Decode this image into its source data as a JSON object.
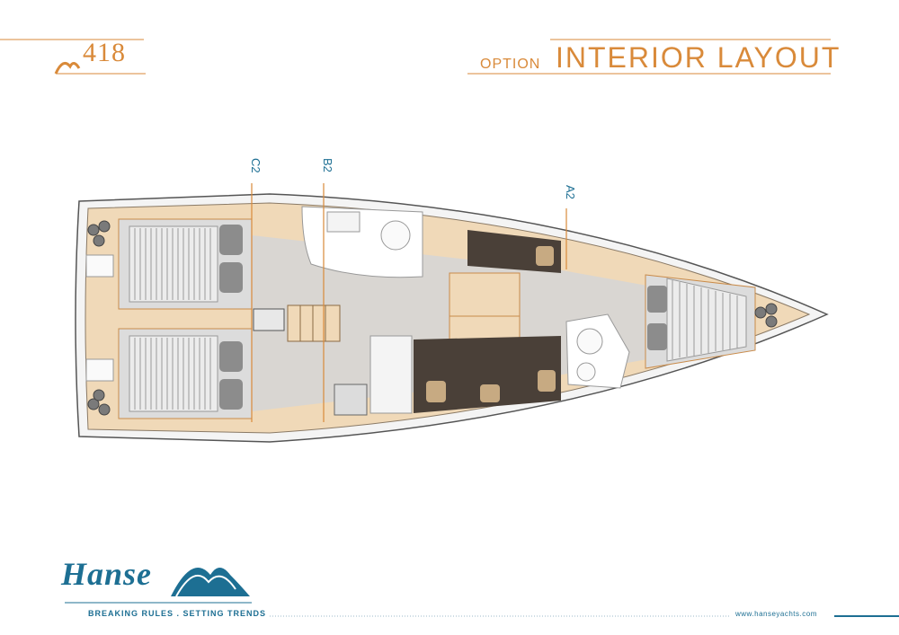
{
  "header": {
    "model_number": "418",
    "option_label": "OPTION",
    "title": "INTERIOR LAYOUT"
  },
  "markers": {
    "a": "A2",
    "b": "B2",
    "c": "C2"
  },
  "footer": {
    "brand": "Hanse",
    "tagline": "BREAKING RULES . SETTING TRENDS",
    "website": "www.hanseyachts.com"
  },
  "colors": {
    "accent": "#d98a3a",
    "brand_blue": "#1d6f93",
    "wood": "#f0d9b8",
    "floor": "#d9d6d2",
    "sofa": "#4a4038",
    "bunk": "#ececec"
  }
}
